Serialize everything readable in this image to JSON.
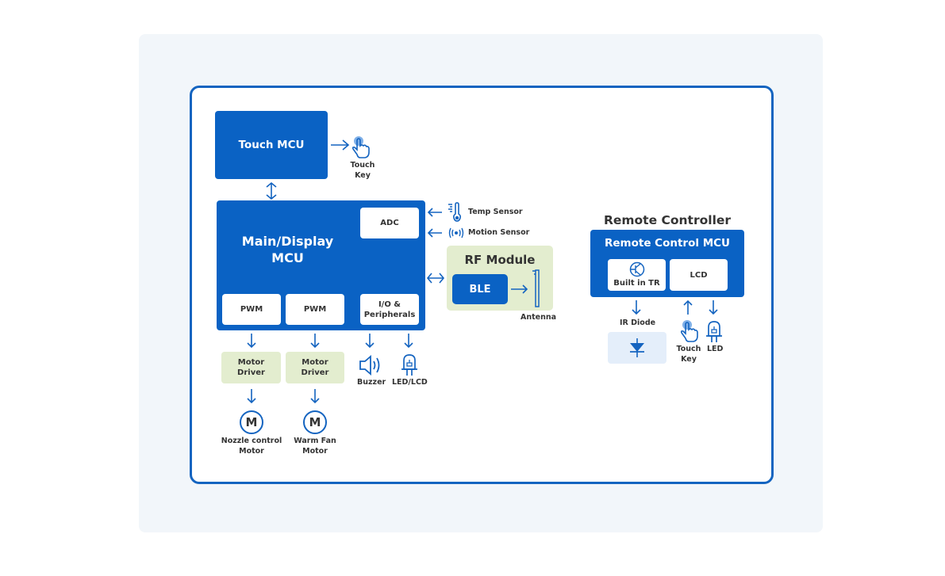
{
  "colors": {
    "primary": "#0a62c4",
    "frame": "#1464c0",
    "green": "#e3edcf",
    "panel_bg": "#f2f6fa",
    "diode_bg": "#e4eefa"
  },
  "touch_mcu": {
    "label": "Touch MCU",
    "touch_key": [
      "Touch",
      "Key"
    ]
  },
  "main_mcu": {
    "label_line1": "Main/Display",
    "label_line2": "MCU",
    "adc": "ADC",
    "pwm1": "PWM",
    "pwm2": "PWM",
    "io_line1": "I/O &",
    "io_line2": "Peripherals"
  },
  "sensors": {
    "temp": "Temp Sensor",
    "motion": "Motion Sensor"
  },
  "rf_module": {
    "title": "RF Module",
    "ble": "BLE",
    "antenna": "Antenna"
  },
  "outputs": {
    "motor_driver_1": [
      "Motor",
      "Driver"
    ],
    "motor_driver_2": [
      "Motor",
      "Driver"
    ],
    "motor_symbol": "M",
    "motor_1": [
      "Nozzle control",
      "Motor"
    ],
    "motor_2": [
      "Warm Fan",
      "Motor"
    ],
    "buzzer": "Buzzer",
    "led_lcd": "LED/LCD"
  },
  "remote": {
    "title": "Remote Controller",
    "mcu": "Remote Control MCU",
    "built_in_tr": "Built in TR",
    "lcd": "LCD",
    "ir_diode": "IR Diode",
    "touch_key": [
      "Touch",
      "Key"
    ],
    "led": "LED"
  }
}
